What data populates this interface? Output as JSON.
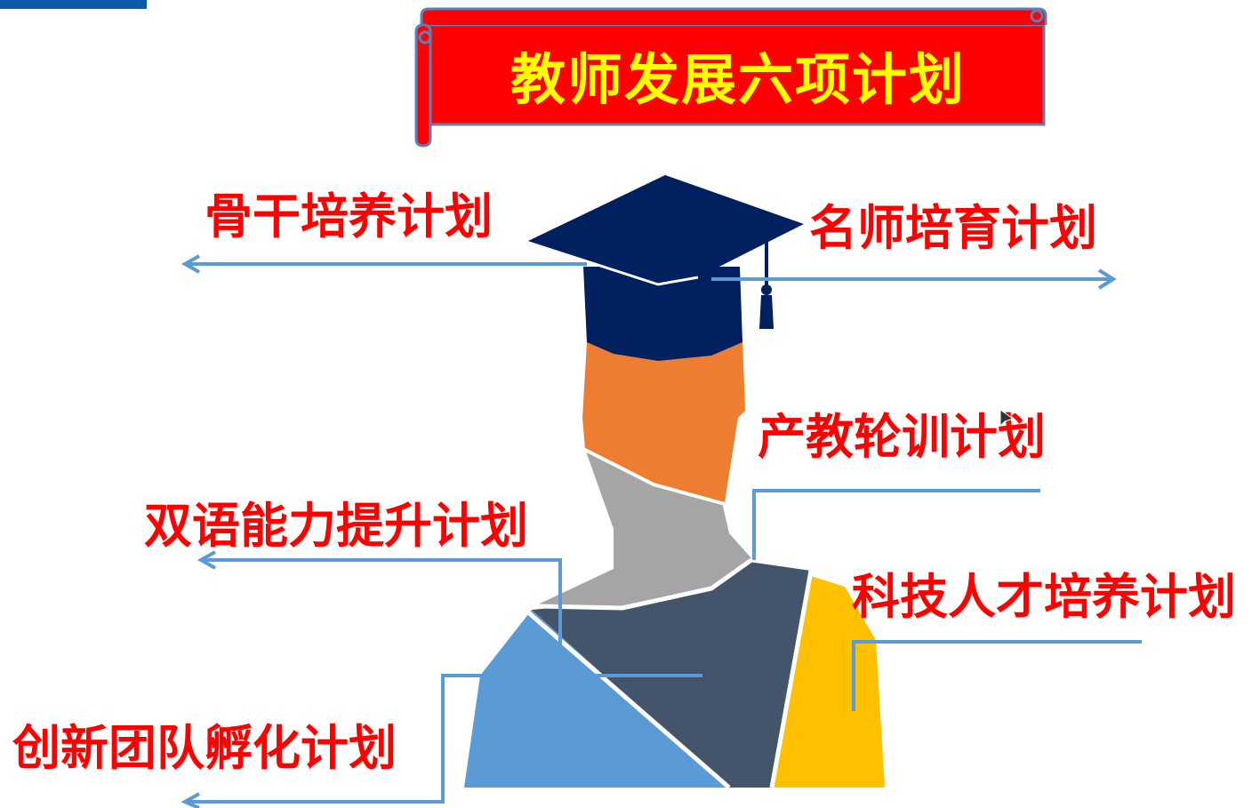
{
  "banner": {
    "title": "教师发展六项计划"
  },
  "plans": {
    "backbone": "骨干培养计划",
    "famous_teacher": "名师培育计划",
    "industry_rotation": "产教轮训计划",
    "bilingual": "双语能力提升计划",
    "scitech_talent": "科技人才培养计划",
    "innovation_team": "创新团队孵化计划"
  },
  "colors": {
    "banner_red": "#FF0000",
    "banner_border": "#5B7FB6",
    "banner_text": "#FFFF00",
    "label_red": "#FF0000",
    "connector_blue": "#5B9BD5",
    "cap_navy": "#002060",
    "head_orange": "#ED7D31",
    "neck_gray": "#A5A5A5",
    "body_slate": "#44546A",
    "shoulder_blue": "#5B9BD5",
    "shoulder_gold": "#FFC000",
    "top_bar_blue": "#0B5CA8"
  },
  "icons": {
    "cursor": "pointer-arrow-icon",
    "cap": "graduation-cap-icon"
  }
}
